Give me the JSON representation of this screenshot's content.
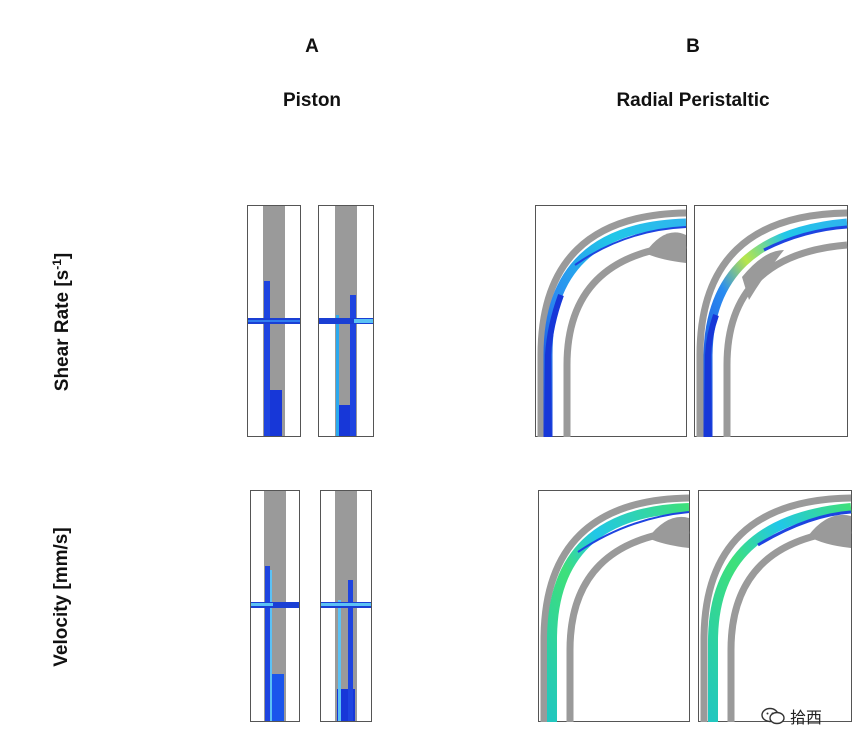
{
  "columns": [
    {
      "letter": "A",
      "method": "Piston"
    },
    {
      "letter": "B",
      "method": "Radial Peristaltic"
    }
  ],
  "rows": [
    {
      "label_prefix": "Shear Rate [s",
      "label_sup": "-1",
      "label_suffix": "]"
    },
    {
      "label": "Velocity [mm/s]"
    }
  ],
  "watermark": {
    "text": "拾西",
    "icon": "wechat-icon"
  },
  "colors": {
    "wall_gray": "#9a9a9a",
    "frame": "#555555",
    "deep_blue": "#1737d8",
    "mid_blue": "#2f6bf2",
    "cyan": "#21c7e8",
    "green": "#3ee07a",
    "yellow_green": "#b8e64a"
  }
}
